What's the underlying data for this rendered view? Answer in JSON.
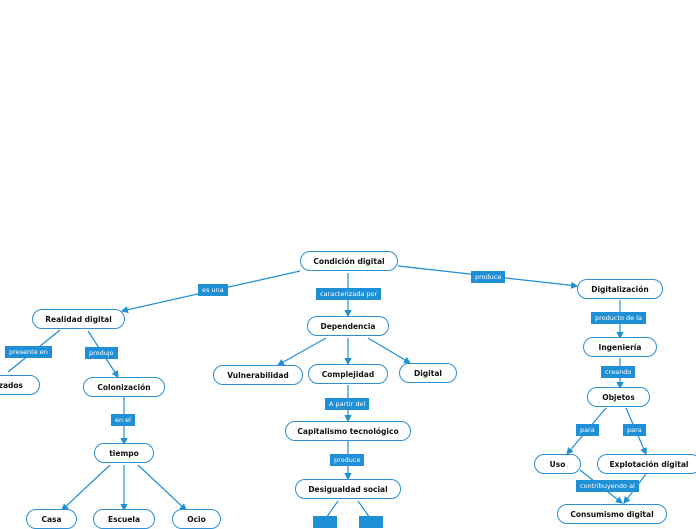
{
  "colors": {
    "line": "#1f8fd6",
    "node_border": "#2f8fd0",
    "link_fill": "#1f8fd6"
  },
  "nodes": {
    "condicion_digital": "Condición digital",
    "realidad_digital": "Realidad digital",
    "dependencia": "Dependencia",
    "digitalizacion": "Digitalización",
    "zados": "zados",
    "colonizacion": "Colonización",
    "tiempo": "tiempo",
    "casa": "Casa",
    "escuela": "Escuela",
    "ocio": "Ocio",
    "vulnerabilidad": "Vulnerabilidad",
    "complejidad": "Complejidad",
    "digital": "Digital",
    "capitalismo_tecnologico": "Capitalismo tecnológico",
    "desigualdad_social": "Desigualdad social",
    "ingenieria": "Ingeniería",
    "objetos": "Objetos",
    "uso": "Uso",
    "explotacion_digital": "Explotación digital",
    "consumismo_digital": "Consumismo digital"
  },
  "links": {
    "es_una": "es una",
    "caracterizada_por": "caracterizada por",
    "produce_top": "produce",
    "presente_en": "presente en",
    "produjo": "produjo",
    "en_el": "en el",
    "a_partir_del": "A partir del",
    "produce_mid": "produce",
    "producto_de_la": "producto de la",
    "creando": "creando",
    "para_left": "para",
    "para_right": "para",
    "contribuyendo_al": "contribuyendo al"
  }
}
